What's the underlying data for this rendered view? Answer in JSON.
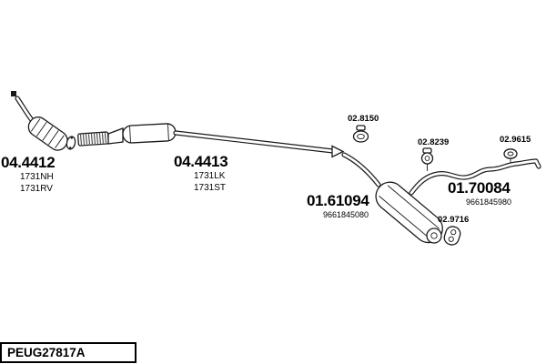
{
  "footer": {
    "code": "PEUG27817A"
  },
  "parts": {
    "front_cat": {
      "number": "04.4412",
      "sub1": "1731NH",
      "sub2": "1731RV"
    },
    "centre": {
      "number": "04.4413",
      "sub1": "1731LK",
      "sub2": "1731ST"
    },
    "rear_muffler": {
      "number": "01.61094",
      "oe": "9661845080"
    },
    "tailpipe": {
      "number": "01.70084",
      "oe": "9661845980"
    },
    "clamp_8150": {
      "number": "02.8150"
    },
    "clamp_8239": {
      "number": "02.8239"
    },
    "clamp_9615": {
      "number": "02.9615"
    },
    "hanger_9716": {
      "number": "02.9716"
    }
  },
  "colors": {
    "ink": "#1a1a1a",
    "background": "#ffffff"
  }
}
